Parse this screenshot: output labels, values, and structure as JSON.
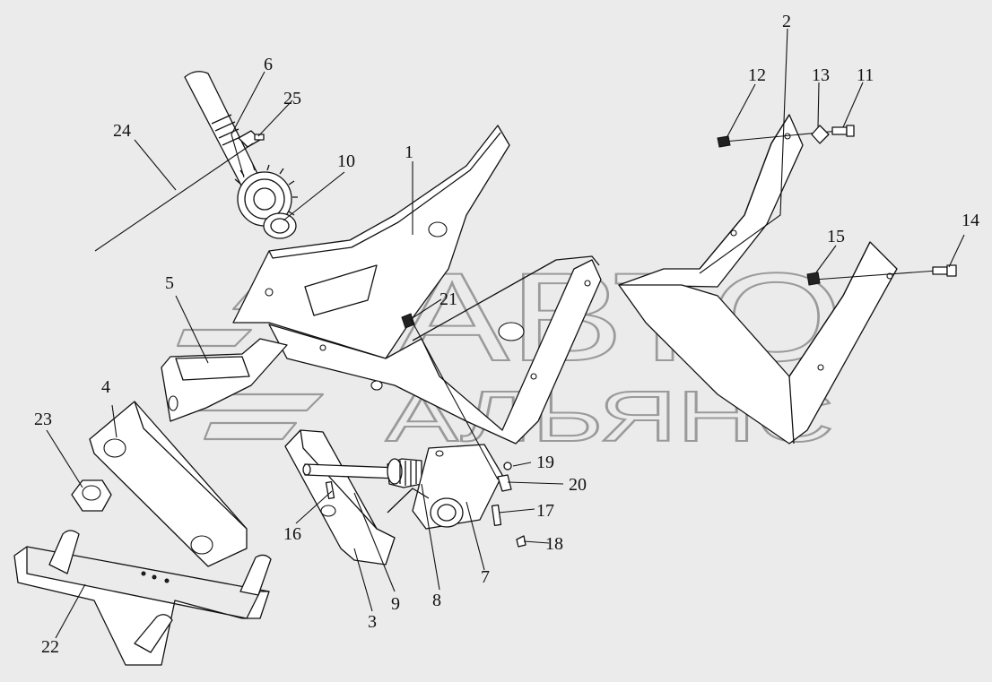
{
  "callouts": [
    {
      "id": "1",
      "label": "1"
    },
    {
      "id": "2",
      "label": "2"
    },
    {
      "id": "3",
      "label": "3"
    },
    {
      "id": "4",
      "label": "4"
    },
    {
      "id": "5",
      "label": "5"
    },
    {
      "id": "6",
      "label": "6"
    },
    {
      "id": "7",
      "label": "7"
    },
    {
      "id": "8",
      "label": "8"
    },
    {
      "id": "9",
      "label": "9"
    },
    {
      "id": "10",
      "label": "10"
    },
    {
      "id": "11",
      "label": "11"
    },
    {
      "id": "12",
      "label": "12"
    },
    {
      "id": "13",
      "label": "13"
    },
    {
      "id": "14",
      "label": "14"
    },
    {
      "id": "15",
      "label": "15"
    },
    {
      "id": "16",
      "label": "16"
    },
    {
      "id": "17",
      "label": "17"
    },
    {
      "id": "18",
      "label": "18"
    },
    {
      "id": "19",
      "label": "19"
    },
    {
      "id": "20",
      "label": "20"
    },
    {
      "id": "21",
      "label": "21"
    },
    {
      "id": "22",
      "label": "22"
    },
    {
      "id": "23",
      "label": "23"
    },
    {
      "id": "24",
      "label": "24"
    },
    {
      "id": "25",
      "label": "25"
    }
  ],
  "watermark": {
    "line1": "АВТО",
    "line2": "АЛЬЯНС",
    "color": "#9a9a9a"
  },
  "colors": {
    "background": "#ebebeb",
    "line": "#111111",
    "part_fill": "#ffffff"
  }
}
